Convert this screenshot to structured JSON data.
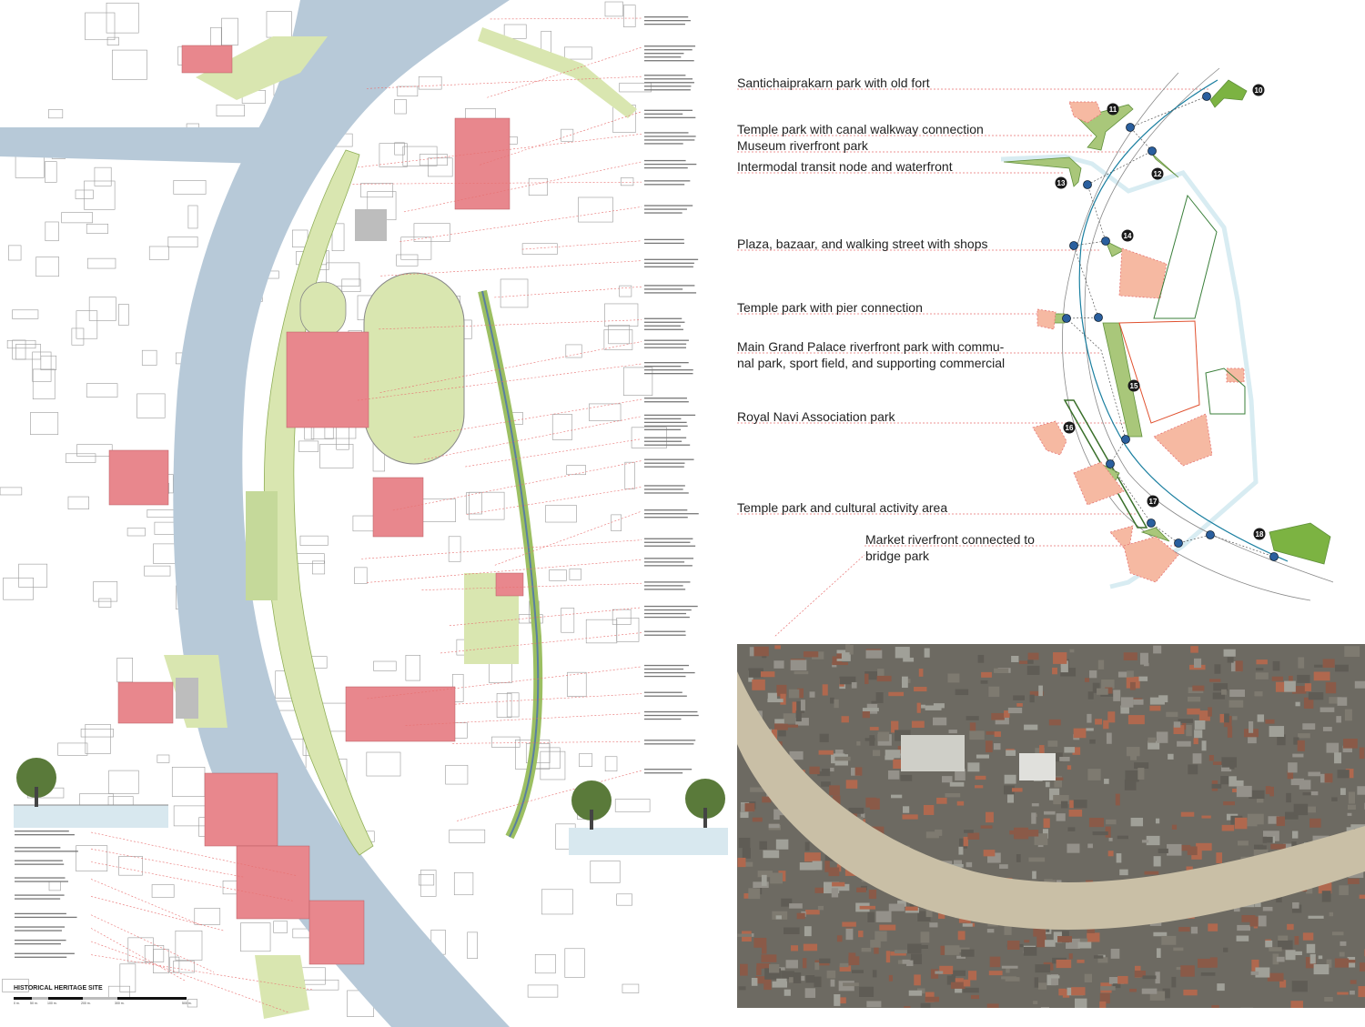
{
  "plan": {
    "title": "HISTORICAL HERITAGE SITE",
    "scale_ticks": [
      "0 m.",
      "50 m.",
      "100 m.",
      "200 m.",
      "300 m.",
      "500 m."
    ]
  },
  "diagram": {
    "labels": [
      {
        "text": "Santichaiprakarn park with old fort"
      },
      {
        "text": "Temple park with canal walkway connection"
      },
      {
        "text": "Museum riverfront park"
      },
      {
        "text": "Intermodal transit node and waterfront"
      },
      {
        "text": "Plaza, bazaar, and walking street with shops"
      },
      {
        "text": "Temple park with pier connection"
      },
      {
        "text": "Main Grand Palace riverfront park with commu-",
        "text2": "nal park, sport field, and supporting commercial"
      },
      {
        "text": "Royal Navi Association park"
      },
      {
        "text": "Temple park and cultural activity area"
      },
      {
        "text": "Market riverfront connected to",
        "text2": "bridge park"
      }
    ],
    "markers": [
      "10",
      "11",
      "12",
      "13",
      "14",
      "15",
      "16",
      "17",
      "18"
    ]
  },
  "colors": {
    "river": "#b7c9d8",
    "park": "#d9e6b0",
    "heritage": "#e8878d",
    "marker": "#1a1a1a",
    "node": "#2a5f9e"
  }
}
